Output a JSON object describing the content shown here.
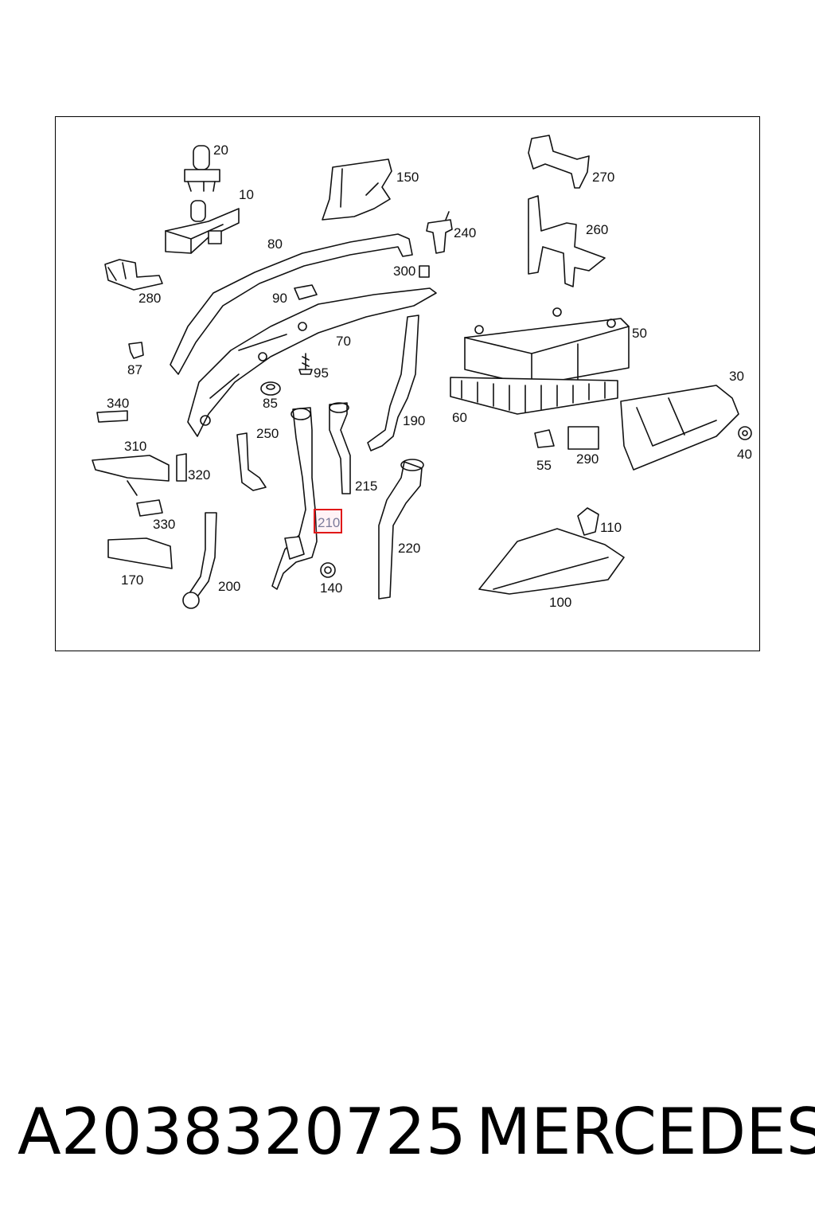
{
  "labels": {
    "l20": "20",
    "l10": "10",
    "l150": "150",
    "l270": "270",
    "l280": "280",
    "l80": "80",
    "l240": "240",
    "l260": "260",
    "l300": "300",
    "l90": "90",
    "l70": "70",
    "l50": "50",
    "l87": "87",
    "l95": "95",
    "l30": "30",
    "l340": "340",
    "l85": "85",
    "l190": "190",
    "l60": "60",
    "l310": "310",
    "l250": "250",
    "l55": "55",
    "l290": "290",
    "l40": "40",
    "l320": "320",
    "l215": "215",
    "l330": "330",
    "l210": "210",
    "l110": "110",
    "l220": "220",
    "l170": "170",
    "l140": "140",
    "l200": "200",
    "l100": "100"
  },
  "highlight": {
    "label": "210",
    "color": "#e01818"
  },
  "footer": {
    "part_number": "A2038320725",
    "brand": "MERCEDES"
  }
}
